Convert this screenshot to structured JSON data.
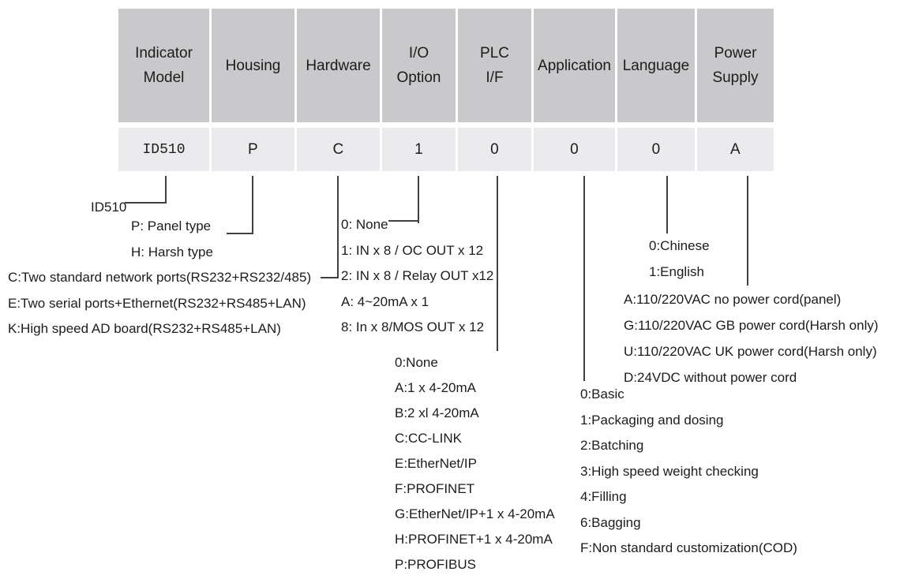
{
  "table": {
    "columns": [
      {
        "header": "Indicator\nModel",
        "value": "ID510"
      },
      {
        "header": "Housing",
        "value": "P"
      },
      {
        "header": "Hardware",
        "value": "C"
      },
      {
        "header": "I/O\nOption",
        "value": "1"
      },
      {
        "header": "PLC\nI/F",
        "value": "0"
      },
      {
        "header": "Application",
        "value": "0"
      },
      {
        "header": "Language",
        "value": "0"
      },
      {
        "header": "Power\nSupply",
        "value": "A"
      }
    ]
  },
  "legends": {
    "indicator_model": {
      "items": [
        "ID510"
      ]
    },
    "housing": {
      "items": [
        "P: Panel type",
        "H: Harsh type"
      ]
    },
    "hardware": {
      "items": [
        "C:Two standard network ports(RS232+RS232/485)",
        "E:Two serial ports+Ethernet(RS232+RS485+LAN)",
        "K:High speed AD board(RS232+RS485+LAN)"
      ]
    },
    "io_option": {
      "items": [
        "0: None",
        "1: IN x 8 / OC OUT x 12",
        "2: IN x 8 / Relay OUT x12",
        "A: 4~20mA x 1",
        "8: In x 8/MOS OUT x 12"
      ]
    },
    "plc_if": {
      "items": [
        "0:None",
        "A:1 x 4-20mA",
        "B:2 xl 4-20mA",
        "C:CC-LINK",
        "E:EtherNet/IP",
        "F:PROFINET",
        "G:EtherNet/IP+1 x 4-20mA",
        "H:PROFINET+1 x 4-20mA",
        "P:PROFIBUS"
      ]
    },
    "application": {
      "items": [
        "0:Basic",
        "1:Packaging and dosing",
        "2:Batching",
        "3:High speed weight checking",
        "4:Filling",
        "6:Bagging",
        "F:Non standard customization(COD)"
      ]
    },
    "language": {
      "items": [
        "0:Chinese",
        "1:English"
      ]
    },
    "power_supply": {
      "items": [
        "A:110/220VAC no power cord(panel)",
        "G:110/220VAC GB power cord(Harsh only)",
        "U:110/220VAC UK power cord(Harsh only)",
        "D:24VDC without power cord"
      ]
    }
  },
  "colors": {
    "header_bg": "#c9c9cb",
    "value_bg": "#ebebed",
    "line": "#414141",
    "text": "#1c1c1c"
  }
}
